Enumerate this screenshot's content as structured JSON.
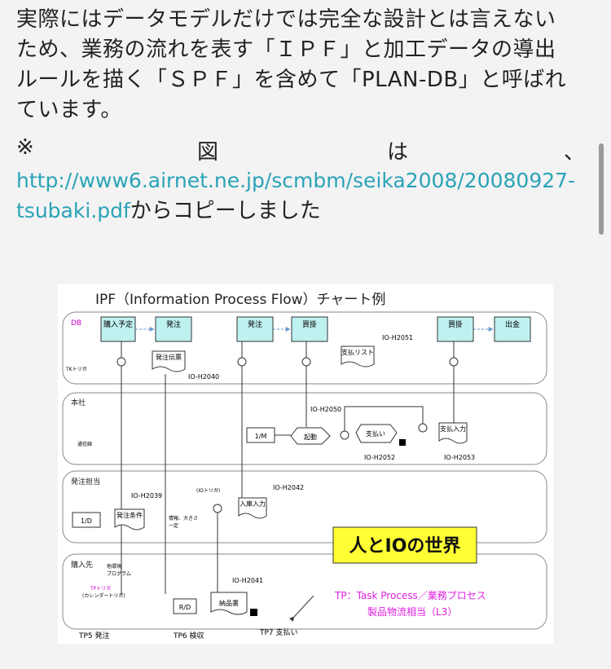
{
  "article": {
    "paragraph_lines": [
      "実際にはデータモデルだけでは完全な設計とは言えない",
      "ため、業務の流れを表す「ＩＰＦ」と加工データの導出",
      "ルールを描く「ＳＰＦ」を含めて「PLAN-DB」と呼ばれ",
      "ています。"
    ],
    "note_mark": "※",
    "note_words": [
      "図",
      "は",
      "、"
    ],
    "link_line1": "http://www6.airnet.ne.jp/scmbm/seika2008/20080927-",
    "link_line2": "tsubaki.pdf",
    "after_link": "からコピーしました"
  },
  "figure": {
    "title": "IPF（Information Process Flow）チャート例",
    "lanes": [
      "DB",
      "本社",
      "発注担当",
      "購入先"
    ],
    "db_boxes": [
      "購入予定",
      "発注",
      "発注",
      "買掛",
      "買掛",
      "出金"
    ],
    "docs": [
      "発注伝票",
      "支払リスト",
      "発注条件",
      "入庫入力",
      "支払入力",
      "納品書"
    ],
    "process_boxes": [
      "1/M",
      "1/D",
      "R/D"
    ],
    "processes": [
      "起動",
      "支払い"
    ],
    "ids": [
      "IO-H2051",
      "IO-H2040",
      "IO-H2050",
      "IO-H2052",
      "IO-H2053",
      "IO-H2039",
      "IO-H2042",
      "IO-H2041"
    ],
    "small_labels": {
      "tk_trigger": "TKトリガ",
      "tsushin": "通信線",
      "io_trigger": "(IOトリガ)",
      "joho": "情報、大きさ",
      "ichii": "一定",
      "keiyaku": "他環境",
      "program": "プログラム",
      "tp_trigger": "TPトリガ",
      "calendar": "(カレンダートリガ)"
    },
    "banner": "人とIOの世界",
    "tp_line1": "TP：Task Process／業務プロセス",
    "tp_line2": "製品物流相当（L3）",
    "bottom": [
      "TP5 発注",
      "TP6 検収",
      "TP7 支払い"
    ],
    "colors": {
      "db_box": "#bff1f1",
      "banner": "#ffff33",
      "tp_text": "#e020e0",
      "lane_border": "#888888"
    }
  }
}
